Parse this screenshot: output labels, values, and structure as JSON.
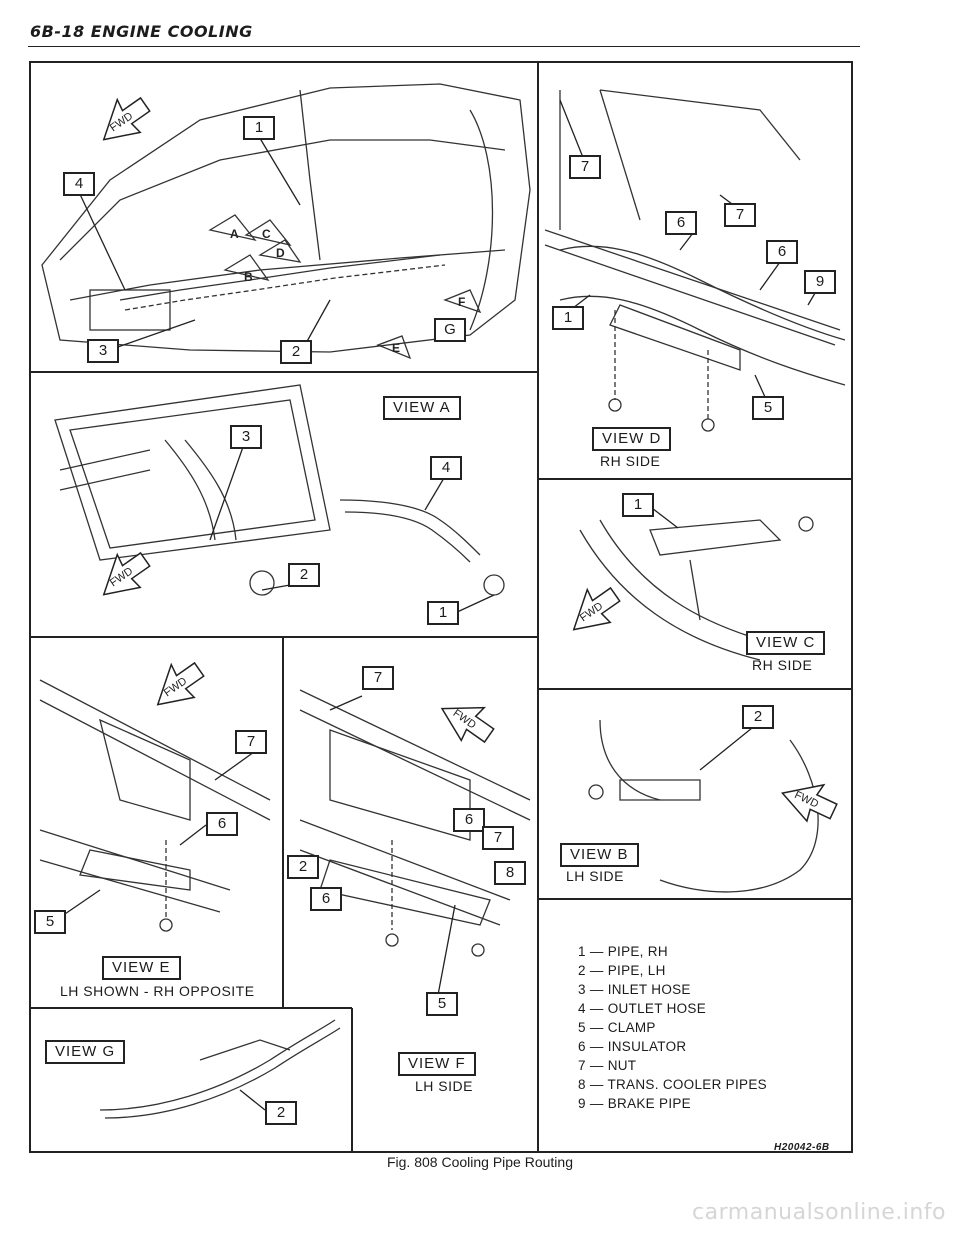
{
  "header": {
    "title": "6B-18 ENGINE COOLING"
  },
  "views": {
    "a": {
      "label": "VIEW  A"
    },
    "b": {
      "label": "VIEW  B",
      "side": "LH SIDE"
    },
    "c": {
      "label": "VIEW  C",
      "side": "RH SIDE"
    },
    "d": {
      "label": "VIEW  D",
      "side": "RH SIDE"
    },
    "e": {
      "label": "VIEW  E",
      "side": "LH SHOWN - RH OPPOSITE"
    },
    "f": {
      "label": "VIEW  F",
      "side": "LH SIDE"
    },
    "g": {
      "label": "VIEW  G"
    }
  },
  "direction_label": "FWD",
  "view_letters": [
    "A",
    "B",
    "C",
    "D",
    "E",
    "F",
    "G"
  ],
  "legend": [
    "1 — PIPE, RH",
    "2 — PIPE, LH",
    "3 — INLET HOSE",
    "4 — OUTLET HOSE",
    "5 — CLAMP",
    "6 — INSULATOR",
    "7 — NUT",
    "8 — TRANS. COOLER PIPES",
    "9 — BRAKE PIPE"
  ],
  "figure_code": "H20042-6B",
  "caption": "Fig. 808 Cooling Pipe Routing",
  "watermark": "carmanualsonline.info"
}
